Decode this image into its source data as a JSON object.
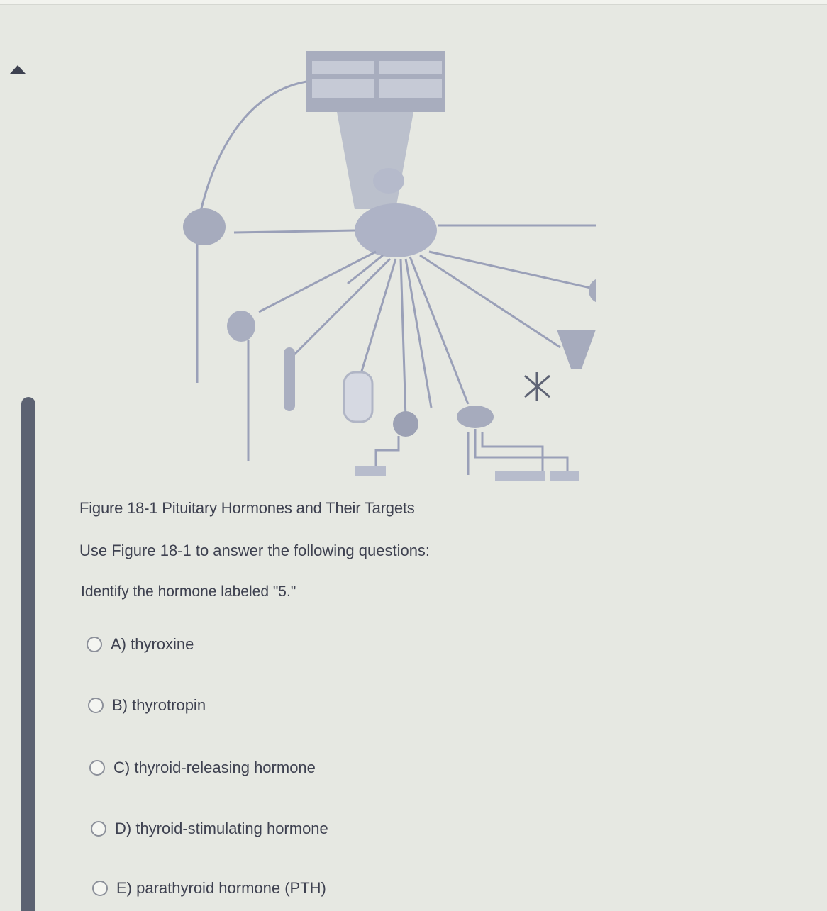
{
  "figure": {
    "description_icon": "pituitary-hormones-diagram-icon"
  },
  "question": {
    "caption": "Figure 18-1 Pituitary Hormones and Their Targets",
    "instruction": "Use Figure 18-1 to answer the following questions:",
    "prompt": "Identify the hormone labeled \"5.\""
  },
  "options": [
    {
      "label": "A) thyroxine"
    },
    {
      "label": "B) thyrotropin"
    },
    {
      "label": "C) thyroid-releasing hormone"
    },
    {
      "label": "D) thyroid-stimulating hormone"
    },
    {
      "label": "E) parathyroid hormone (PTH)"
    }
  ],
  "colors": {
    "background": "#e6e8e2",
    "text": "#3e4150",
    "accent_bar": "#5c6272",
    "diagram_lines": "#9aa0b8"
  }
}
